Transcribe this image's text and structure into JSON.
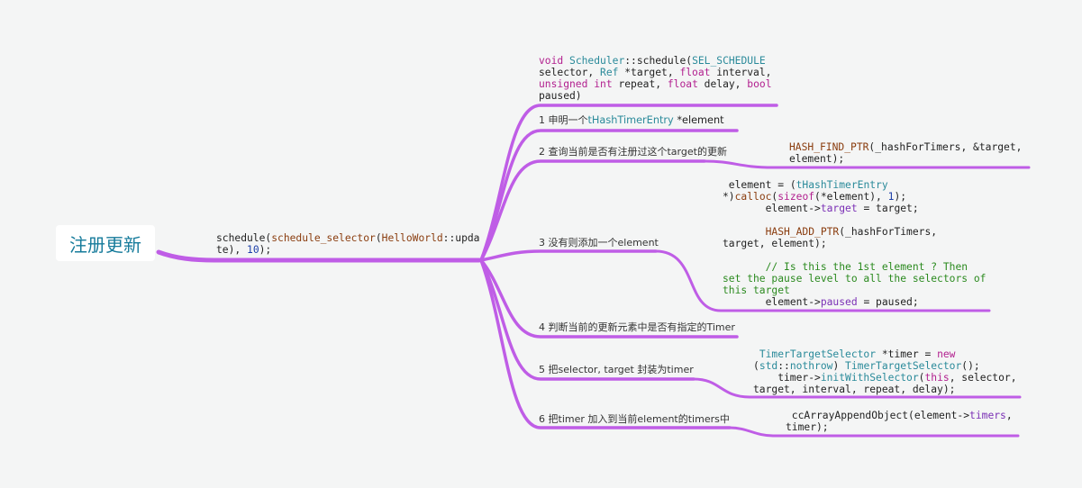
{
  "root": {
    "label": "注册更新"
  },
  "schedule_call": {
    "line1": [
      "schedule(",
      "schedule_selector",
      "(",
      "HelloWorld",
      "::upda"
    ],
    "line2": [
      "te), ",
      "10",
      ");"
    ]
  },
  "signature": {
    "l1": [
      "void",
      " ",
      "Scheduler",
      "::schedule(",
      "SEL_SCHEDULE"
    ],
    "l2": [
      "selector, ",
      "Ref",
      " *target, ",
      "float",
      " interval,"
    ],
    "l3": [
      "unsigned",
      " ",
      "int",
      " repeat, ",
      "float",
      " delay, ",
      "bool"
    ],
    "l4": [
      "paused)"
    ]
  },
  "steps": [
    {
      "num": "1",
      "text": "申明一个",
      "code_ty": "tHashTimerEntry",
      "code": " *element"
    },
    {
      "num": "2",
      "text": "查询当前是否有注册过这个target的更新"
    },
    {
      "num": "3",
      "text": "没有则添加一个",
      "code": "element"
    },
    {
      "num": "4",
      "text": "判断当前的更新元素中是否有指定的Timer"
    },
    {
      "num": "5",
      "text": "把selector, target 封装为timer"
    },
    {
      "num": "6",
      "text": "把timer 加入到当前element的timers中"
    }
  ],
  "code2": {
    "l1": [
      "HASH_FIND_PTR",
      "(_hashForTimers, &target,"
    ],
    "l2": [
      "element);"
    ]
  },
  "code3": {
    "a1": [
      " element = (",
      "tHashTimerEntry"
    ],
    "a2": [
      "*)",
      "calloc",
      "(",
      "sizeof",
      "(*element), ",
      "1",
      ");"
    ],
    "a3": [
      "       element->",
      "target",
      " = target;"
    ],
    "b1": [
      "       ",
      "HASH_ADD_PTR",
      "(_hashForTimers,"
    ],
    "b2": [
      "target, element);"
    ],
    "c1": [
      "       // Is this the 1st element ? Then"
    ],
    "c2": [
      "set the pause level to all the selectors of"
    ],
    "c3": [
      "this target"
    ],
    "c4": [
      "       element->",
      "paused",
      " = paused;"
    ]
  },
  "code5": {
    "l1": [
      " ",
      "TimerTargetSelector",
      " *timer = ",
      "new"
    ],
    "l2": [
      "(",
      "std",
      "::",
      "nothrow",
      ") ",
      "TimerTargetSelector",
      "();"
    ],
    "l3": [
      "    timer->",
      "initWithSelector",
      "(",
      "this",
      ", selector,"
    ],
    "l4": [
      "target, interval, repeat, delay);"
    ]
  },
  "code6": {
    "l1": [
      " ccArrayAppendObject(element->",
      "timers",
      ","
    ],
    "l2": [
      "timer);"
    ]
  },
  "colors": {
    "edge": "#bf5de6",
    "root_text": "#167b9b",
    "background": "#f4f5f5"
  }
}
